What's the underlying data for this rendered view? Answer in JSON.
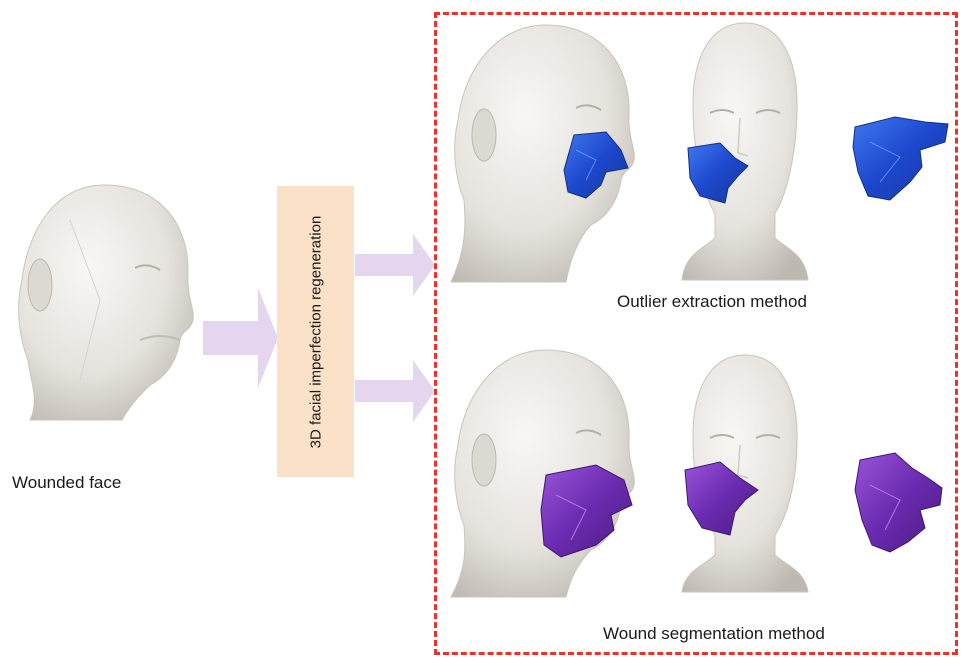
{
  "labels": {
    "input": "Wounded face",
    "process": "3D facial imperfection regeneration",
    "method_top": "Outlier extraction method",
    "method_bottom": "Wound segmentation method"
  },
  "colors": {
    "head": "#e9e6e1",
    "arrow": "#e3d6ee",
    "process_box": "#fbe1c8",
    "frame": "#e8322d",
    "outlier_patch": "#1f4fd6",
    "segmentation_patch": "#6a2bb0"
  }
}
